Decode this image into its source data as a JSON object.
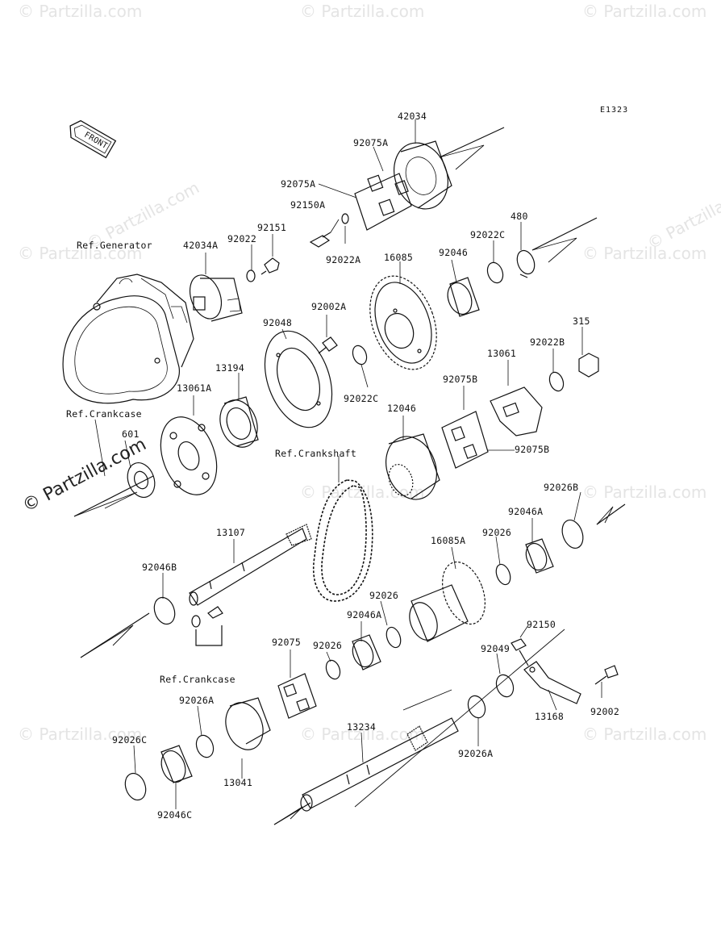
{
  "diagram": {
    "code": "E1323",
    "front_label": "FRONT",
    "watermark": "© Partzilla.com",
    "watermark_main": "© Partzilla.com",
    "refs": {
      "generator": "Ref.Generator",
      "crankcase_top": "Ref.Crankcase",
      "crankshaft": "Ref.Crankshaft",
      "crankcase_bottom": "Ref.Crankcase"
    },
    "parts": {
      "p42034": "42034",
      "p92075A_1": "92075A",
      "p92075A_2": "92075A",
      "p92150A": "92150A",
      "p92151": "92151",
      "p42034A": "42034A",
      "p92022": "92022",
      "p92022A": "92022A",
      "p16085": "16085",
      "p92046": "92046",
      "p92022C_1": "92022C",
      "p480": "480",
      "p92002A": "92002A",
      "p92048": "92048",
      "p92022C_2": "92022C",
      "p315": "315",
      "p92022B": "92022B",
      "p13061": "13061",
      "p92075B_1": "92075B",
      "p13194": "13194",
      "p13061A": "13061A",
      "p12046": "12046",
      "p92075B_2": "92075B",
      "p601": "601",
      "p92026B": "92026B",
      "p92046A_1": "92046A",
      "p13107": "13107",
      "p16085A": "16085A",
      "p92026_1": "92026",
      "p92046B": "92046B",
      "p92026_2": "92026",
      "p92046A_2": "92046A",
      "p92150": "92150",
      "p92075": "92075",
      "p92026_3": "92026",
      "p92049": "92049",
      "p92002": "92002",
      "p13168": "13168",
      "p92026A_1": "92026A",
      "p13234": "13234",
      "p92026C": "92026C",
      "p13041": "13041",
      "p92026A_2": "92026A",
      "p92046C": "92046C"
    }
  }
}
